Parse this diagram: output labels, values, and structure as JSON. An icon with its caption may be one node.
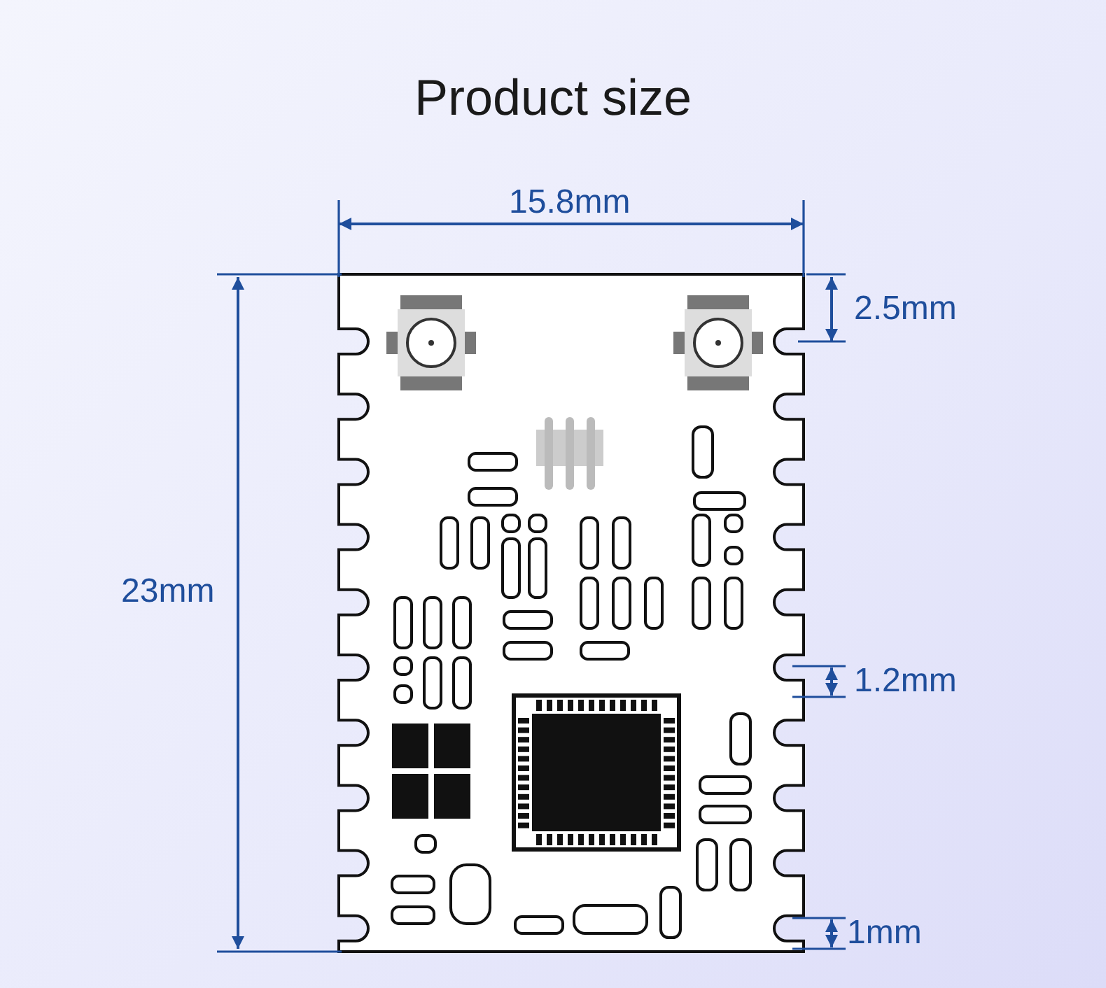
{
  "diagram": {
    "title": "Product size",
    "labels": [
      "15.8mm",
      "2.5mm",
      "23mm",
      "1.2mm",
      "1mm"
    ]
  }
}
